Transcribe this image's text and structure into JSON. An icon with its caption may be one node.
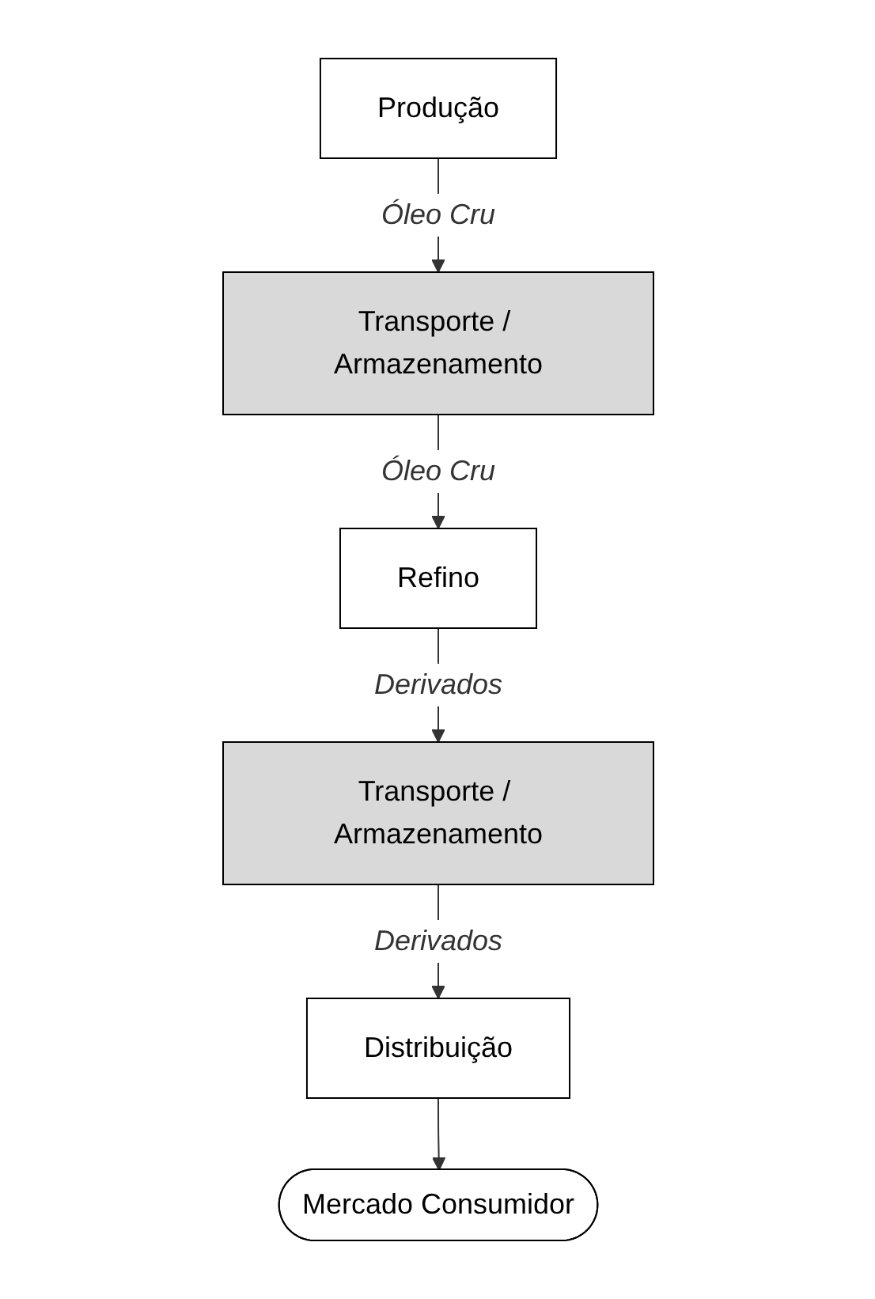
{
  "diagram": {
    "nodes": [
      {
        "text": [
          "Produção"
        ]
      },
      {
        "text": [
          "Transporte / Armazenamento"
        ]
      },
      {
        "text": [
          "Refino"
        ]
      },
      {
        "text": [
          "Transporte / Armazenamento"
        ]
      },
      {
        "text": [
          "Distribuição"
        ]
      },
      {
        "text": [
          "Mercado Consumidor"
        ]
      }
    ],
    "edges": [
      {
        "from": 0,
        "to": 1,
        "arrow": "to",
        "label": "Óleo Cru"
      },
      {
        "from": 1,
        "to": 2,
        "arrow": "to",
        "label": "Óleo Cru"
      },
      {
        "from": 2,
        "to": 3,
        "arrow": "to",
        "label": "Derivados"
      },
      {
        "from": 3,
        "to": 4,
        "arrow": "to",
        "label": "Derivados"
      },
      {
        "from": 4,
        "to": 5,
        "arrow": "to"
      }
    ]
  }
}
